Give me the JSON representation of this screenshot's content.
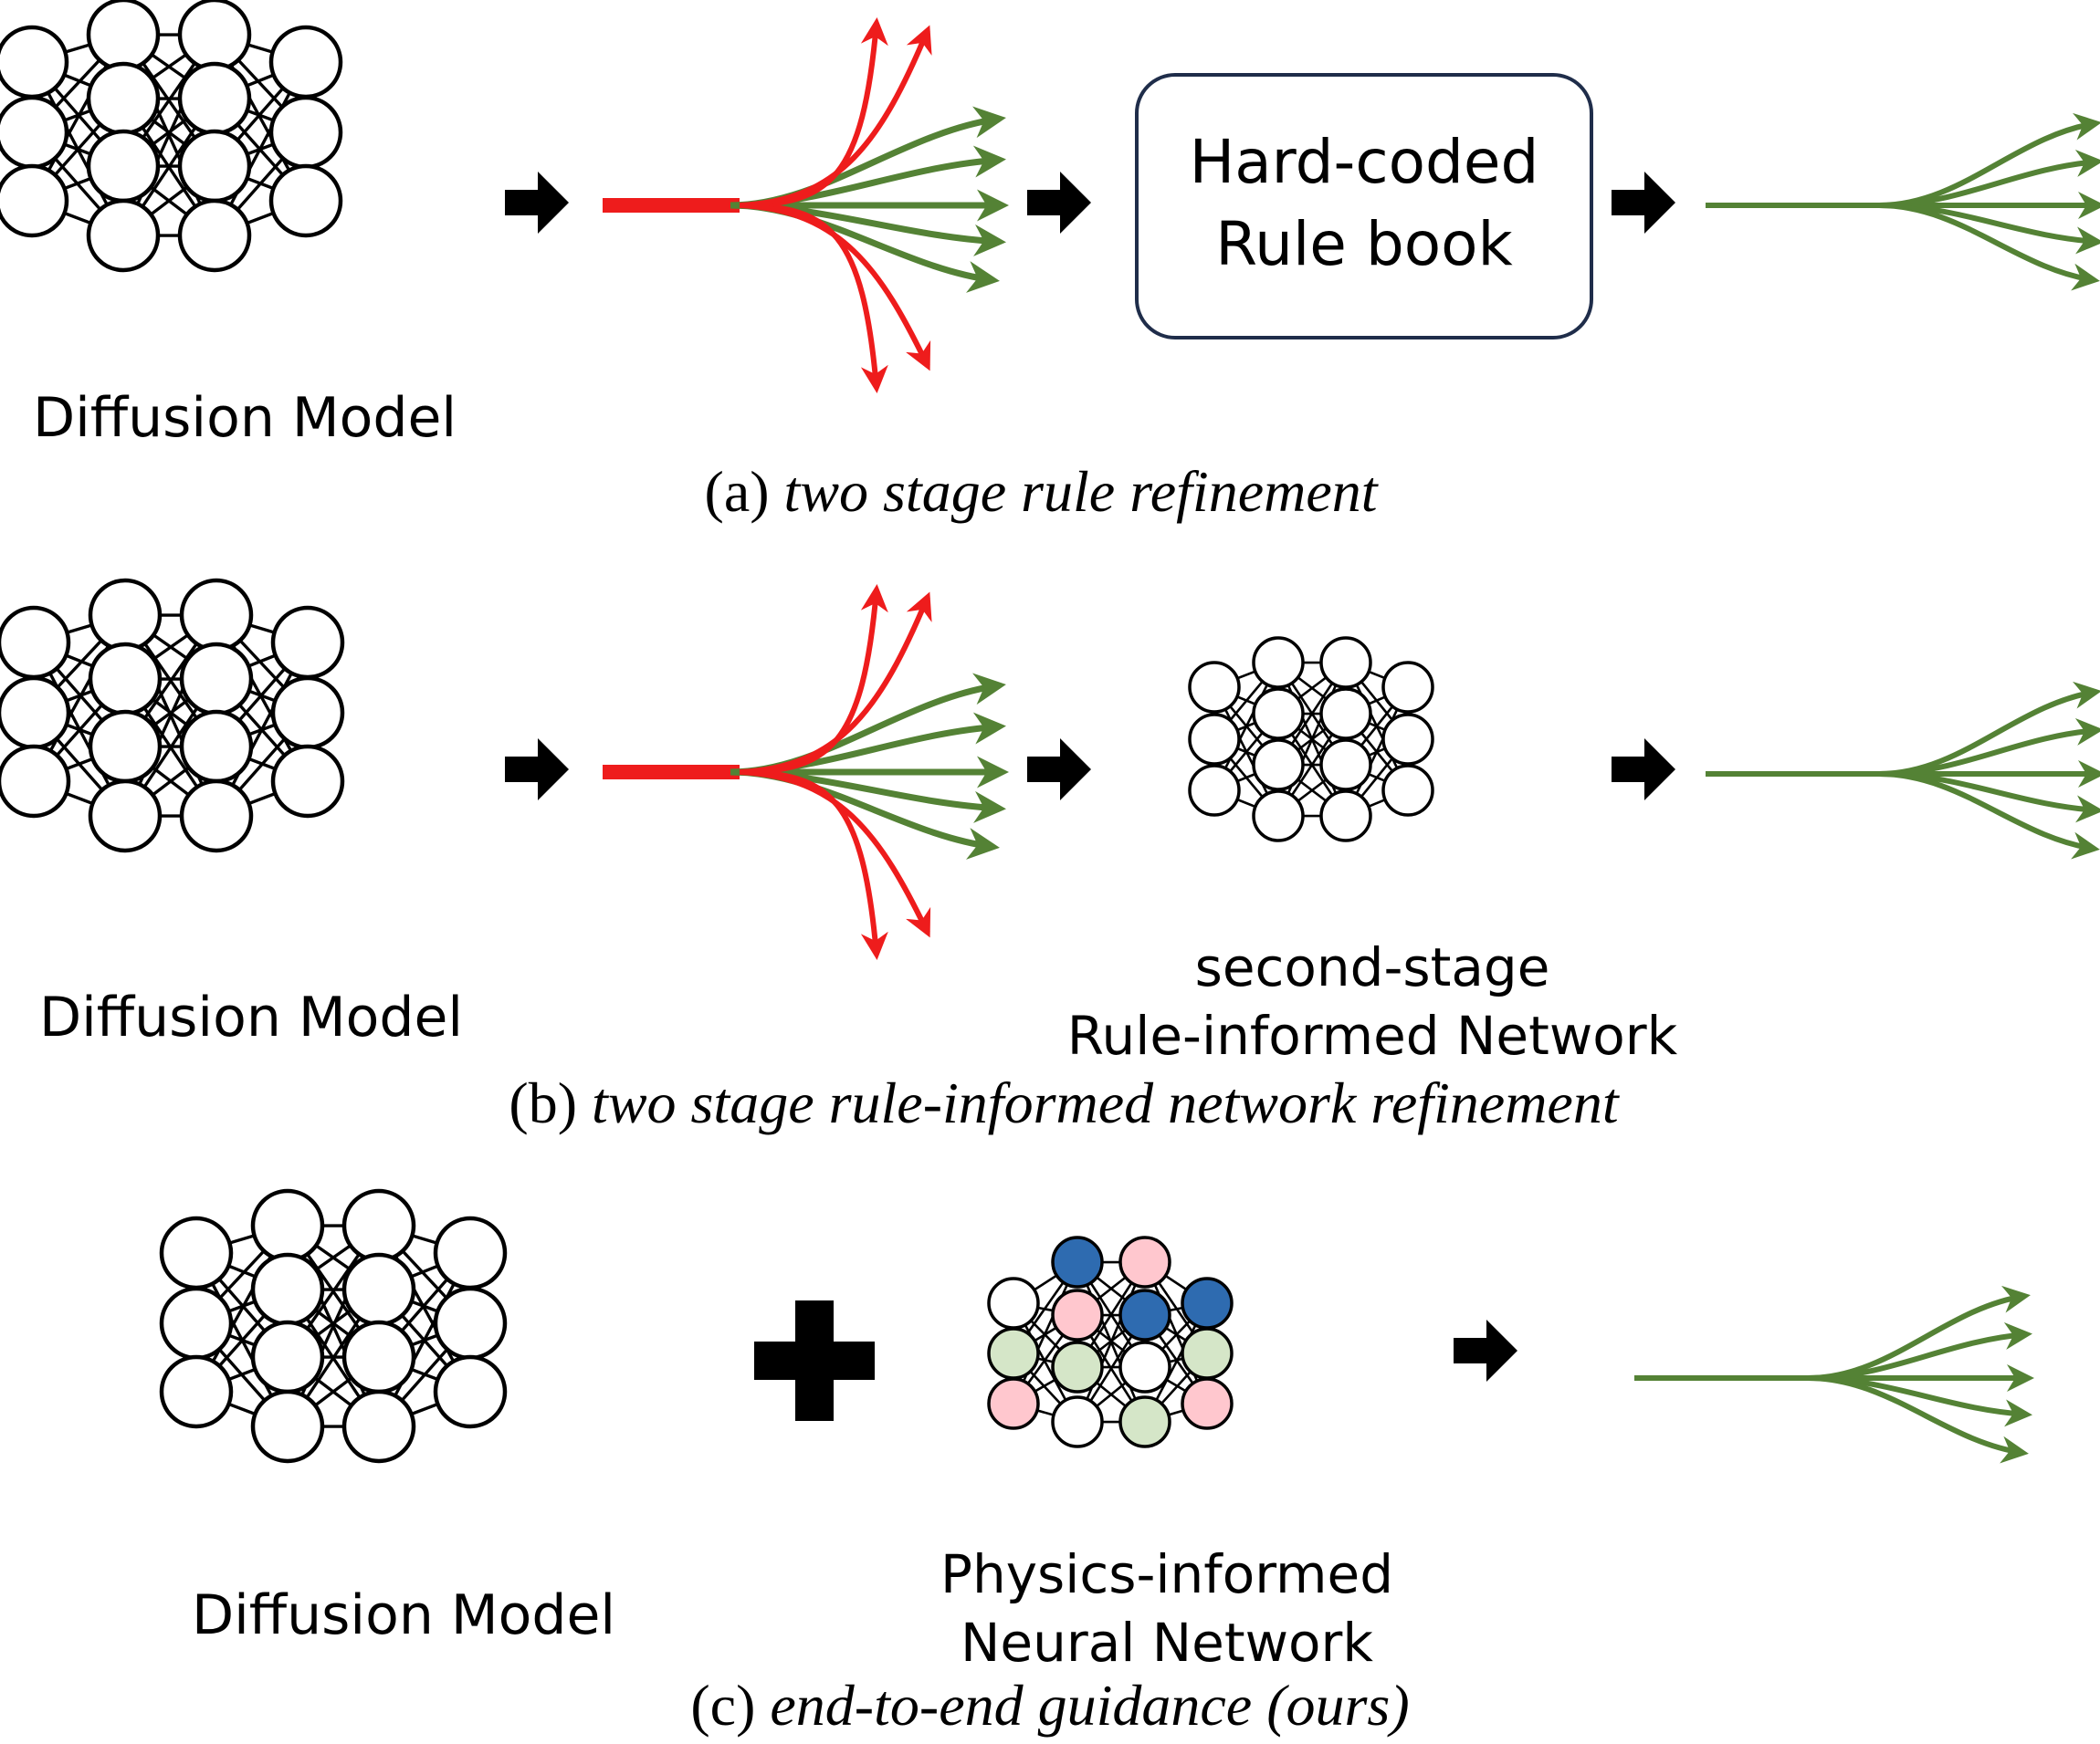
{
  "panel_a": {
    "model_label": "Diffusion Model",
    "box_text_line1": "Hard-coded",
    "box_text_line2": "Rule book",
    "caption_prefix": "(a) ",
    "caption_italic": "two stage rule refinement"
  },
  "panel_b": {
    "model_label": "Diffusion Model",
    "network_label_line1": "second-stage",
    "network_label_line2": "Rule-informed Network",
    "caption_prefix": "(b) ",
    "caption_italic": "two stage rule-informed network refinement"
  },
  "panel_c": {
    "model_label": "Diffusion Model",
    "network_label_line1": "Physics-informed",
    "network_label_line2": "Neural Network",
    "caption_prefix": "(c) ",
    "caption_italic": "end-to-end guidance (ours)"
  },
  "colors": {
    "invalid_trajectory": "#ee1c1c",
    "valid_trajectory": "#548235",
    "arrow": "#000000",
    "box_border": "#1f2d4a",
    "node_blue": "#2e6bb0",
    "node_pink": "#ffc7ce",
    "node_green": "#d5e6c8",
    "node_white": "#ffffff"
  },
  "icons": {
    "flow_arrow": "right-arrow-icon",
    "combine": "plus-icon"
  }
}
